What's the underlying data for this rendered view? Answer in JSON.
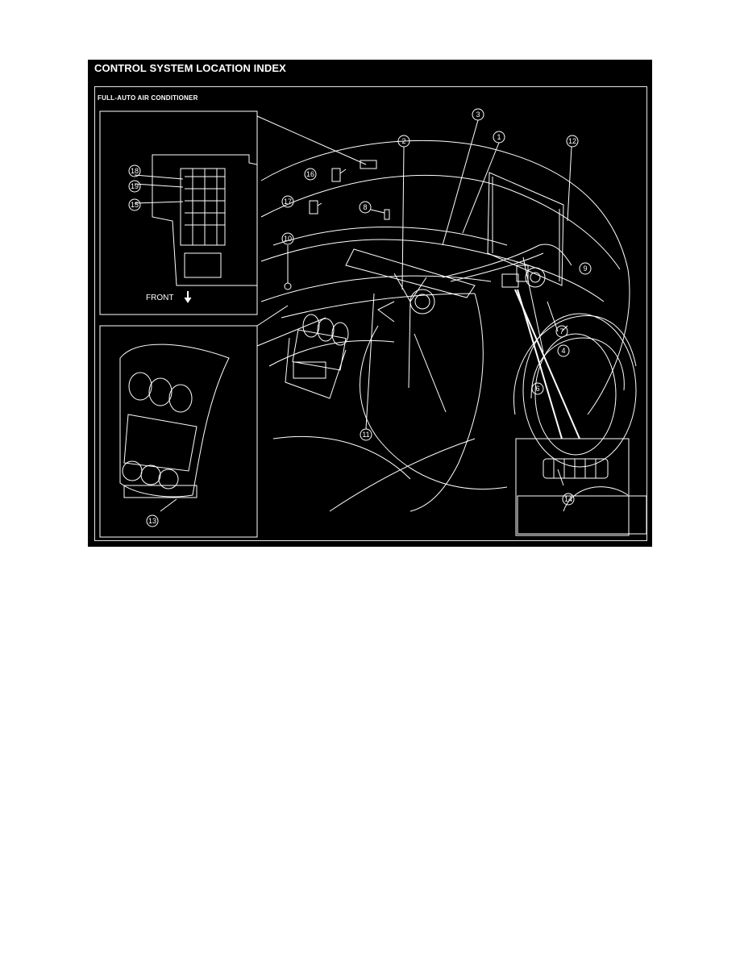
{
  "diagram": {
    "title": "CONTROL SYSTEM LOCATION INDEX",
    "subtitle": "FULL-AUTO AIR CONDITIONER",
    "colors": {
      "background": "#000000",
      "lines": "#ffffff",
      "page": "#ffffff"
    },
    "insets": {
      "fuse_box": {
        "direction_label": "FRONT",
        "direction_arrow": "down",
        "callouts": [
          "18",
          "19",
          "15"
        ]
      },
      "climate_control_panel": {
        "callouts": [
          "13"
        ]
      },
      "connector": {
        "callouts": [
          "14"
        ]
      }
    },
    "callouts": [
      {
        "id": "1",
        "label": "1"
      },
      {
        "id": "2",
        "label": "2"
      },
      {
        "id": "3",
        "label": "3"
      },
      {
        "id": "4",
        "label": "4"
      },
      {
        "id": "6",
        "label": "6"
      },
      {
        "id": "7",
        "label": "7"
      },
      {
        "id": "8",
        "label": "8"
      },
      {
        "id": "9",
        "label": "9"
      },
      {
        "id": "10",
        "label": "10"
      },
      {
        "id": "11",
        "label": "11"
      },
      {
        "id": "12",
        "label": "12"
      },
      {
        "id": "13",
        "label": "13"
      },
      {
        "id": "14",
        "label": "14"
      },
      {
        "id": "15",
        "label": "15"
      },
      {
        "id": "16",
        "label": "16"
      },
      {
        "id": "17",
        "label": "17"
      },
      {
        "id": "18",
        "label": "18"
      },
      {
        "id": "19",
        "label": "19"
      }
    ]
  }
}
